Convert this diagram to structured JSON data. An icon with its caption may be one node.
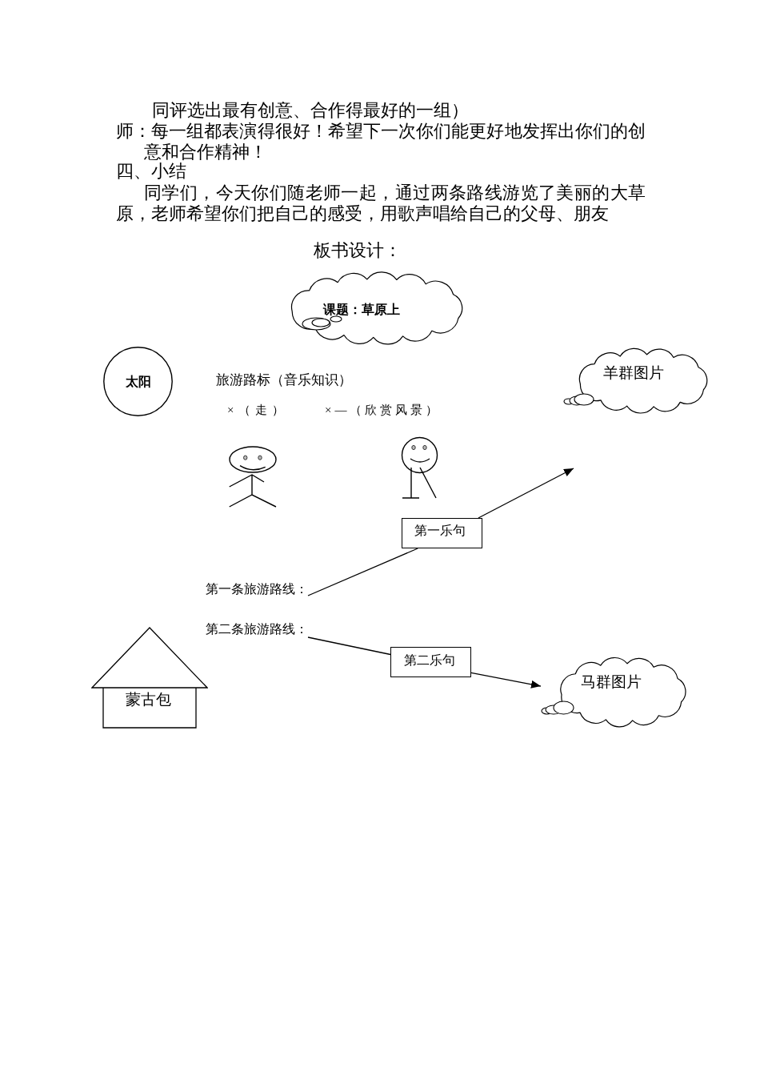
{
  "diagram": {
    "title": "板书设计：",
    "nodes": [
      {
        "text": [
          "课题：草原上"
        ]
      },
      {
        "text": [
          "太阳"
        ]
      },
      {
        "text": [
          "羊群图片"
        ]
      },
      {
        "text": [
          "第一乐句"
        ]
      },
      {
        "text": [
          "第一条旅游路线："
        ]
      },
      {
        "text": [
          "第二条旅游路线："
        ]
      },
      {
        "text": [
          "蒙古包"
        ]
      },
      {
        "text": [
          "第二乐句"
        ]
      },
      {
        "text": [
          "马群图片"
        ]
      }
    ],
    "edges": [
      {
        "from": 4,
        "to": 3,
        "arrow": "none"
      },
      {
        "from": 3,
        "to": null,
        "arrow": "to"
      },
      {
        "from": 5,
        "to": 7,
        "arrow": "none"
      },
      {
        "from": 7,
        "to": 8,
        "arrow": "to"
      }
    ],
    "labels": [
      "同评选出最有创意、合作得最好的一组）",
      "师：每一组都表演得很好！希望下一次你们能更好地发挥出你们的创意和合作精神！",
      "四、小结",
      "同学们，今天你们随老师一起，通过两条路线游览了美丽的大草原，老师希望你们把自己的感受，用歌声唱给自己的父母、朋友",
      "旅游路标（音乐知识）",
      "×（走）",
      "×—（欣赏风景）"
    ]
  }
}
